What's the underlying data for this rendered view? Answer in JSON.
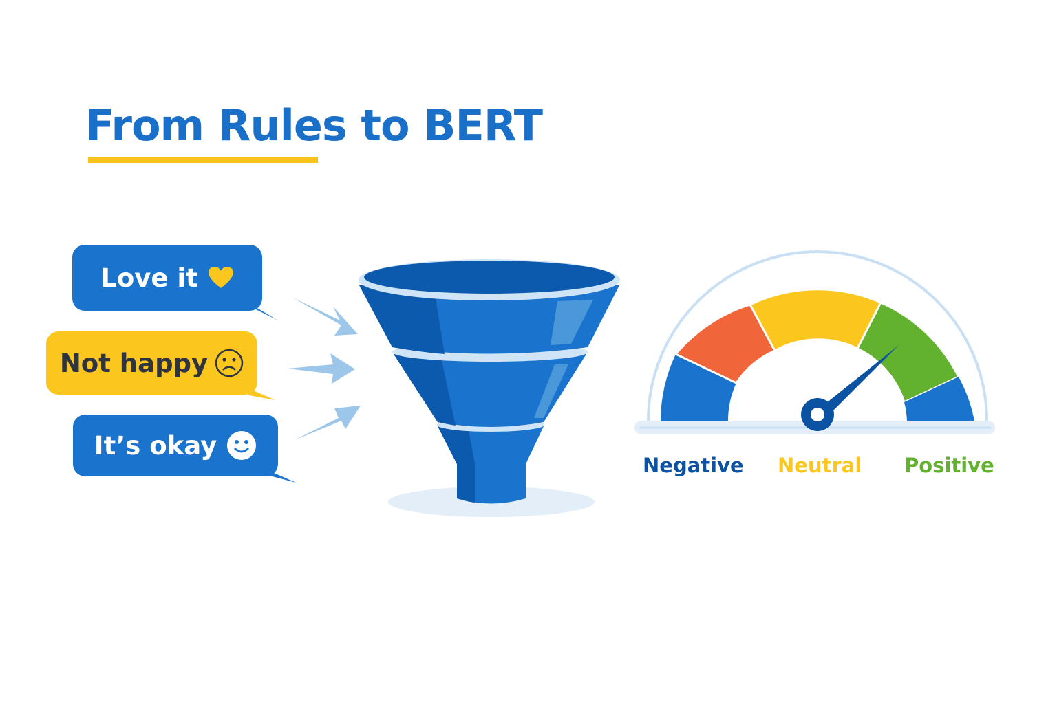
{
  "title": {
    "text": "From Rules to BERT",
    "underline_color": "#f9c31c",
    "color": "#1a6fc8"
  },
  "inputs": {
    "bubbles": [
      {
        "text": "Love it",
        "icon": "heart-icon",
        "bg": "#1a73cc",
        "text_color": "#ffffff",
        "icon_color": "#fbc71f"
      },
      {
        "text": "Not happy",
        "icon": "sad-face-icon",
        "bg": "#fbc71f",
        "text_color": "#2f3540",
        "icon_color": "#2f3540"
      },
      {
        "text": "It’s okay",
        "icon": "smiley-face-icon",
        "bg": "#1a73cc",
        "text_color": "#ffffff",
        "icon_color": "#ffffff"
      }
    ],
    "arrow_color": "#9cc6ea"
  },
  "funnel": {
    "icon": "funnel-icon",
    "color": "#1a73cc",
    "dark": "#0b5aad",
    "rim": "#cfe4f7"
  },
  "gauge": {
    "icon": "sentiment-gauge-icon",
    "segments": [
      {
        "name": "far-negative",
        "color": "#1a73cc"
      },
      {
        "name": "negative",
        "color": "#f0663a"
      },
      {
        "name": "neutral",
        "color": "#fbc71f"
      },
      {
        "name": "positive",
        "color": "#63b22f"
      },
      {
        "name": "far-positive",
        "color": "#1a73cc"
      }
    ],
    "needle_color": "#0b52a3",
    "labels": [
      {
        "text": "Negative",
        "color": "#0b52a3"
      },
      {
        "text": "Neutral",
        "color": "#fbc71f"
      },
      {
        "text": "Positive",
        "color": "#63b22f"
      }
    ]
  }
}
